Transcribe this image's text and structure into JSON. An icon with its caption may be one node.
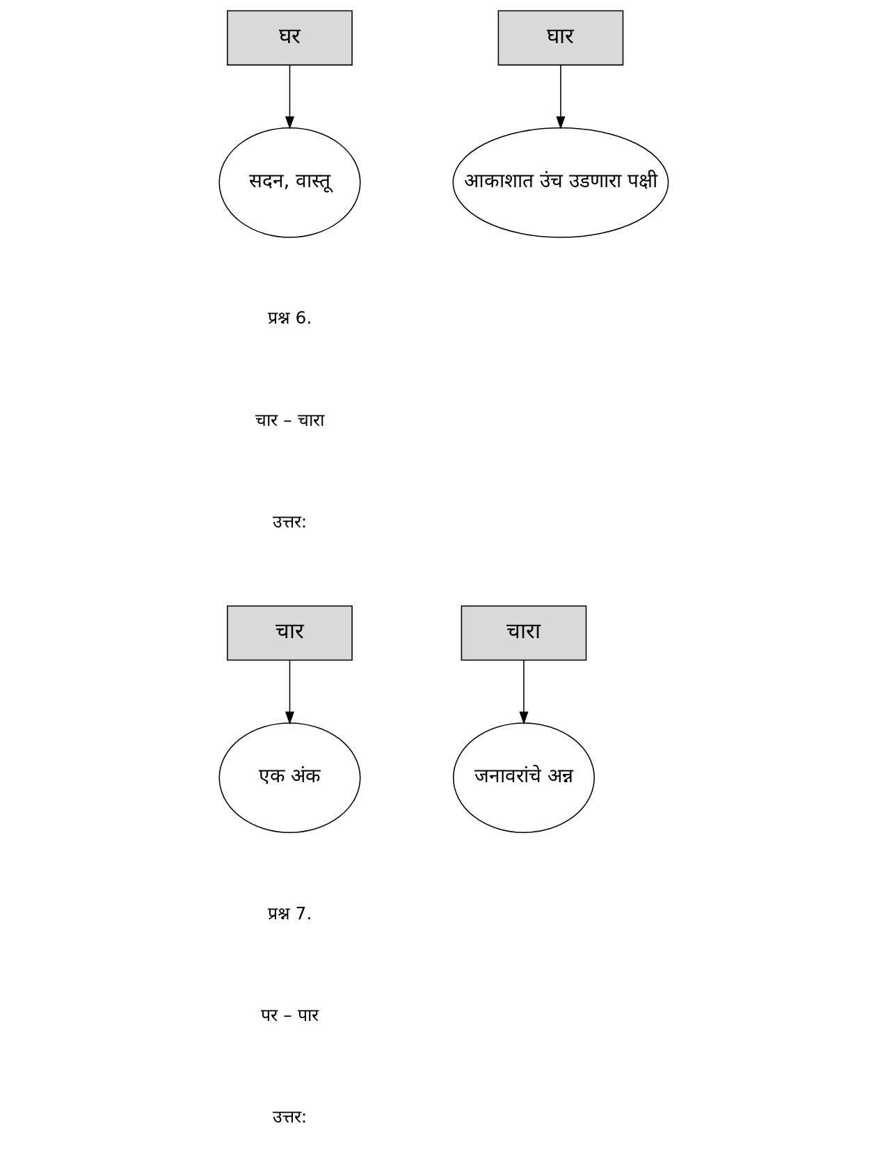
{
  "diagram": {
    "nodes": [
      {
        "text": [
          "घर"
        ]
      },
      {
        "text": [
          "घार"
        ]
      },
      {
        "text": [
          "सदन, वास्तू"
        ]
      },
      {
        "text": [
          "आकाशात उंच उडणारा पक्षी"
        ]
      },
      {
        "text": [
          "चार"
        ]
      },
      {
        "text": [
          "चारा"
        ]
      },
      {
        "text": [
          "एक अंक"
        ]
      },
      {
        "text": [
          "जनावरांचे अन्न"
        ]
      }
    ],
    "edges": [
      {
        "from": 0,
        "to": 2,
        "arrow": "to"
      },
      {
        "from": 1,
        "to": 3,
        "arrow": "to"
      },
      {
        "from": 4,
        "to": 6,
        "arrow": "to"
      },
      {
        "from": 5,
        "to": 7,
        "arrow": "to"
      }
    ],
    "labels": [
      "प्रश्न 6.",
      "चार – चारा",
      "उत्तर:",
      "प्रश्न 7.",
      "पर – पार",
      "उत्तर:"
    ]
  }
}
